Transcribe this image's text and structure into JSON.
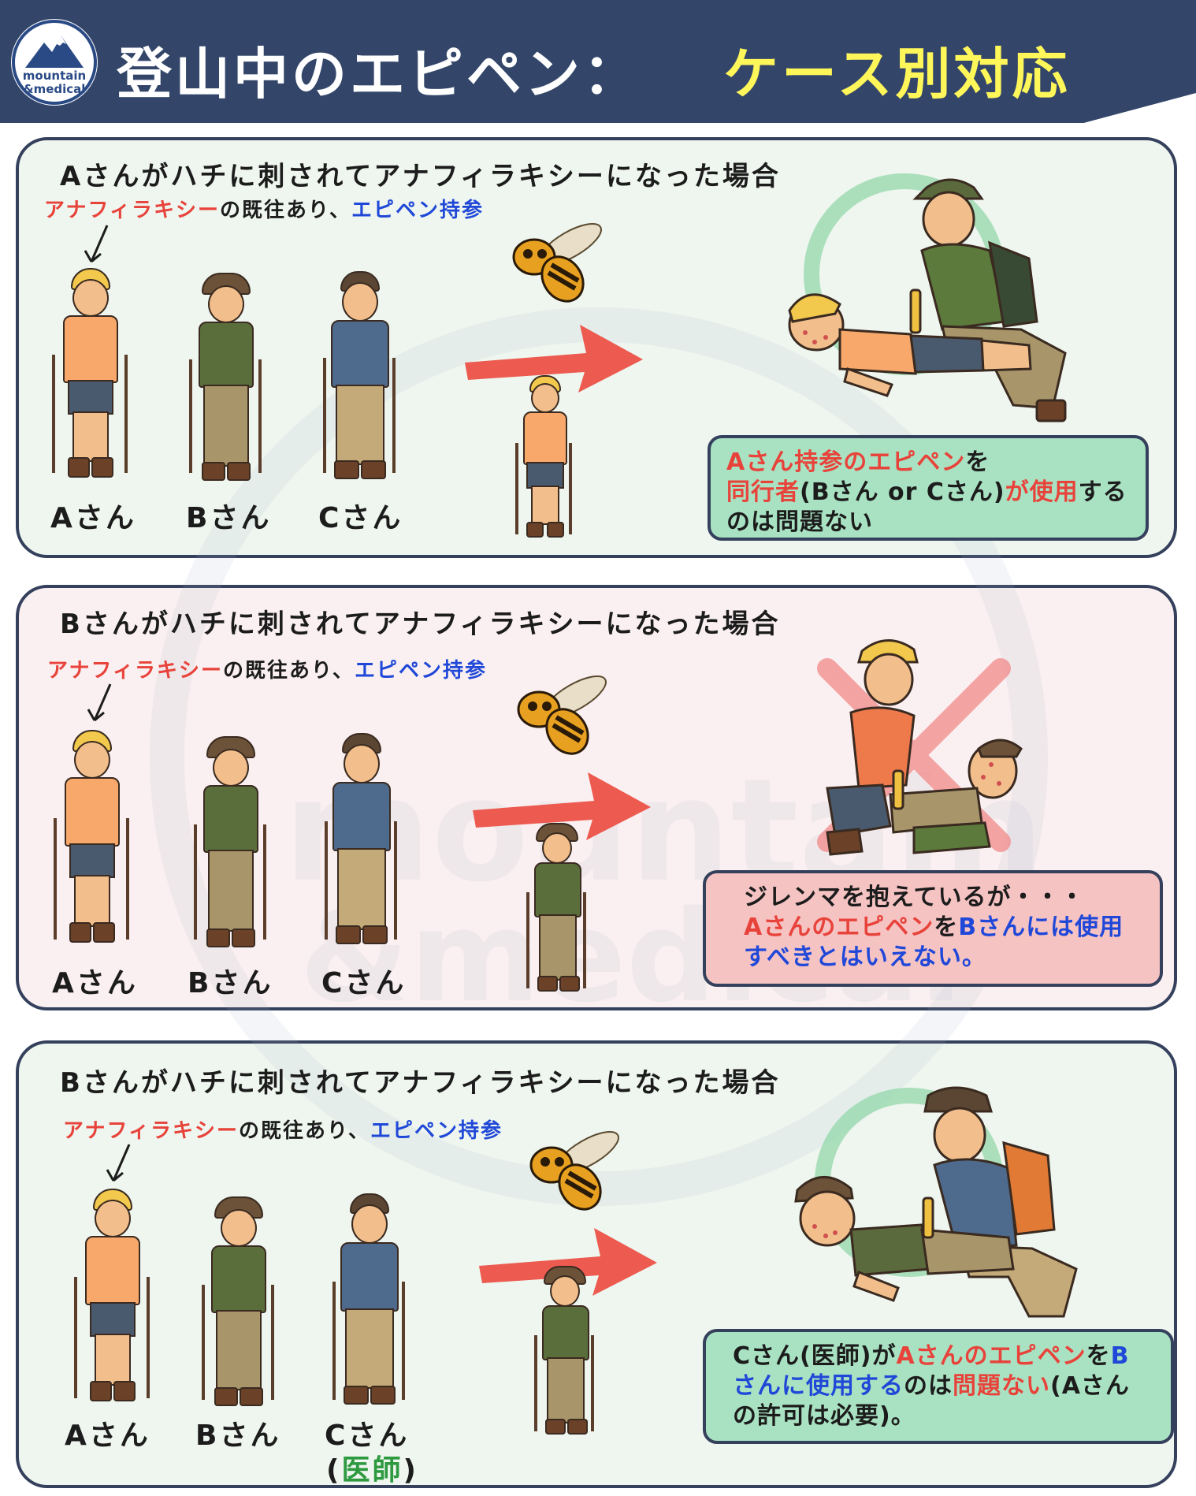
{
  "header": {
    "logo_line1": "mountain",
    "logo_line2": "&medical",
    "title": "登山中のエピペン：",
    "subtitle": "ケース別対応"
  },
  "watermark": {
    "line1": "mountain",
    "line2": "&medical"
  },
  "cases": [
    {
      "heading": "Aさんがハチに刺されてアナフィラキシーになった場合",
      "history": {
        "part1": "アナフィラキシー",
        "part2": "の既往あり、",
        "part3": "エピペン持参"
      },
      "labels": [
        "Aさん",
        "Bさん",
        "Cさん"
      ],
      "verdict": "ok",
      "callout": {
        "l1a": "Aさん持参のエピペン",
        "l1b": "を",
        "l2a": "同行者",
        "l2b": "(Bさん or Cさん)",
        "l2c": "が使用",
        "l2d": "する",
        "l3": "のは問題ない"
      }
    },
    {
      "heading": "Bさんがハチに刺されてアナフィラキシーになった場合",
      "history": {
        "part1": "アナフィラキシー",
        "part2": "の既往あり、",
        "part3": "エピペン持参"
      },
      "labels": [
        "Aさん",
        "Bさん",
        "Cさん"
      ],
      "verdict": "ng",
      "callout": {
        "l1": "ジレンマを抱えているが・・・",
        "l2a": "Aさんのエピペン",
        "l2b": "を",
        "l2c": "Bさんには使用",
        "l3": "すべきとはいえない。"
      }
    },
    {
      "heading": "Bさんがハチに刺されてアナフィラキシーになった場合",
      "history": {
        "part1": "アナフィラキシー",
        "part2": "の既往あり、",
        "part3": "エピペン持参"
      },
      "labels": [
        "Aさん",
        "Bさん",
        "Cさん"
      ],
      "doctor_note": "医師",
      "verdict": "ok",
      "callout": {
        "l1a": "Cさん(医師)が",
        "l1b": "Aさんのエピペン",
        "l1c": "を",
        "l1d": "B",
        "l2a": "さんに使用する",
        "l2b": "のは",
        "l2c": "問題ない",
        "l2d": "(Aさん",
        "l3": "の許可は必要)。"
      }
    }
  ],
  "colors": {
    "header_bg": "#33466a",
    "subtitle": "#fff65a",
    "accent_red": "#e8433b",
    "accent_blue": "#2048d8",
    "doctor_green": "#2e9a40",
    "ok_panel": "#eef6ef",
    "ng_panel": "#fbf0f1",
    "ok_callout": "#a9e2c2",
    "ng_callout": "#f6c3c3"
  },
  "icons": [
    "mountain-logo-icon",
    "arrow-icon",
    "hornet-icon",
    "hiker-icon",
    "circle-ok-icon",
    "cross-ng-icon",
    "epipen-icon"
  ]
}
